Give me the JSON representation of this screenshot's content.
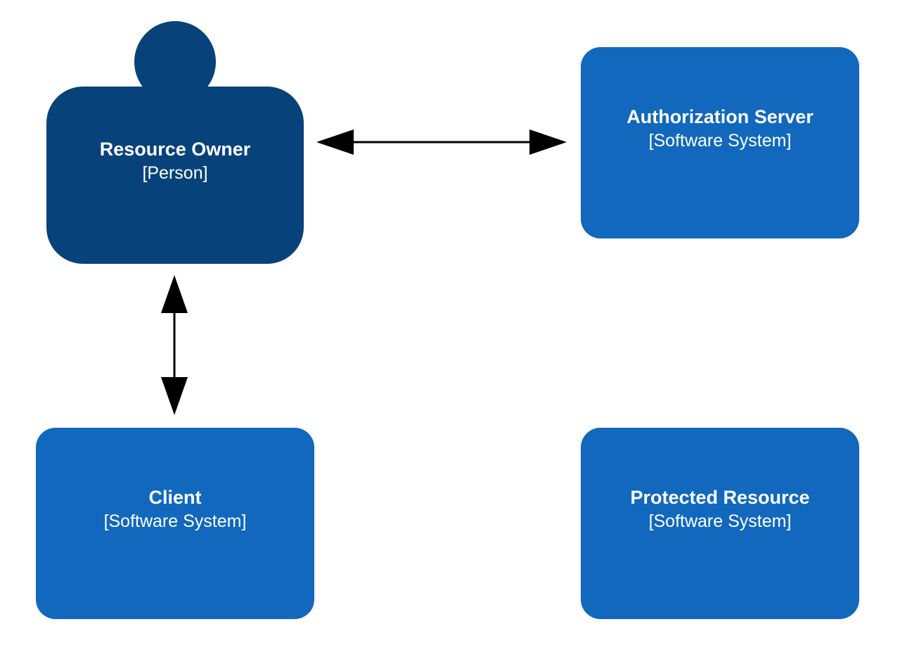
{
  "diagram": {
    "colors": {
      "person": "#08427b",
      "software_system": "#1168bd",
      "text": "#ffffff",
      "edge": "#000000"
    },
    "nodes": {
      "resource_owner": {
        "title": "Resource Owner",
        "kind": "[Person]"
      },
      "authorization_server": {
        "title": "Authorization Server",
        "kind": "[Software System]"
      },
      "client": {
        "title": "Client",
        "kind": "[Software System]"
      },
      "protected_resource": {
        "title": "Protected Resource",
        "kind": "[Software System]"
      }
    },
    "edges": [
      {
        "from": "resource_owner",
        "to": "authorization_server",
        "direction": "both"
      },
      {
        "from": "resource_owner",
        "to": "client",
        "direction": "both"
      }
    ]
  }
}
